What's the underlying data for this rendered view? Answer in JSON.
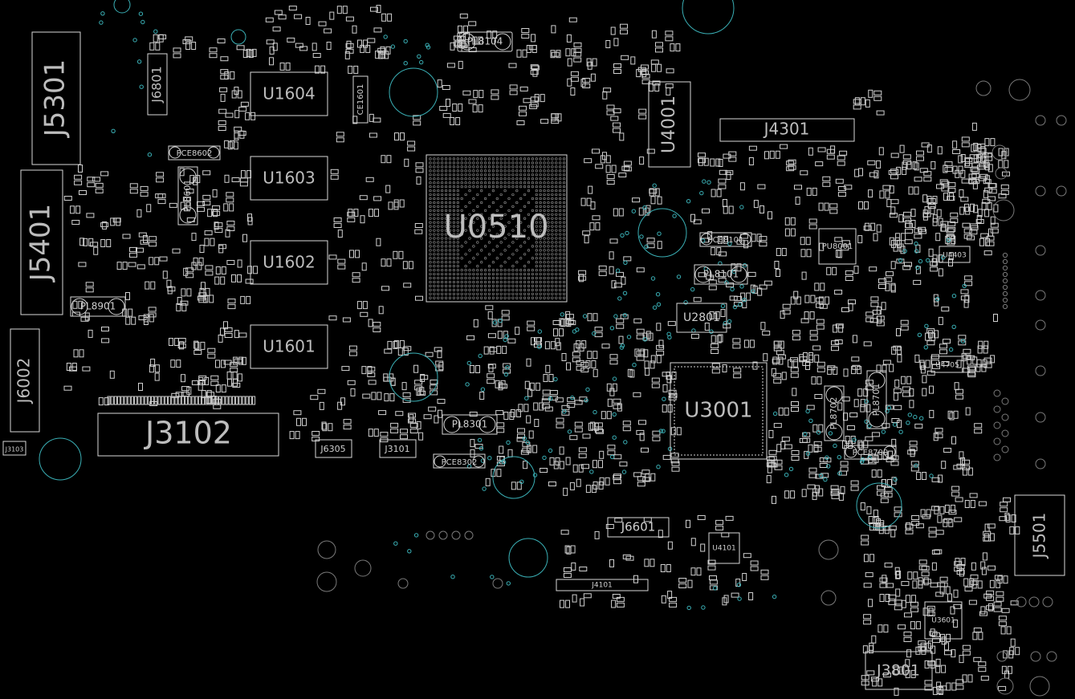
{
  "board": {
    "background": "#000000",
    "outline_color": "#d8d8d8",
    "via_color": "#3ab0b6",
    "hole_color": "#7a7a7a",
    "reference_designators": {
      "J5301": "J5301",
      "J5401": "J5401",
      "J6002": "J6002",
      "J3103": "J3103",
      "J6801": "J6801",
      "J3102": "J3102",
      "J6305": "J6305",
      "J3101": "J3101",
      "U1604": "U1604",
      "U1603": "U1603",
      "U1602": "U1602",
      "U1601": "U1601",
      "CE1601": "CE1601",
      "PL8104": "PL8104",
      "U0510": "U0510",
      "PL8601": "PL8601",
      "PCE8602": "PCE8602",
      "PL8901": "PL8901",
      "PL8301": "PL8301",
      "PCE8302": "PCE8302",
      "U4001": "U4001",
      "J4301": "J4301",
      "PCE8101": "PCE8101",
      "PL8101": "PL8101",
      "U2801": "U2801",
      "U3001": "U3001",
      "PU8001": "PU8001",
      "U4403": "U4403",
      "U4705": "U4705",
      "PL8702": "PL8702",
      "PL8701": "PL8701",
      "PCE8700": "PCE8700",
      "J5501": "J5501",
      "J6601": "J6601",
      "J4101": "J4101",
      "U4101": "U4101",
      "J3801": "J3801",
      "U3601": "U3601"
    }
  }
}
